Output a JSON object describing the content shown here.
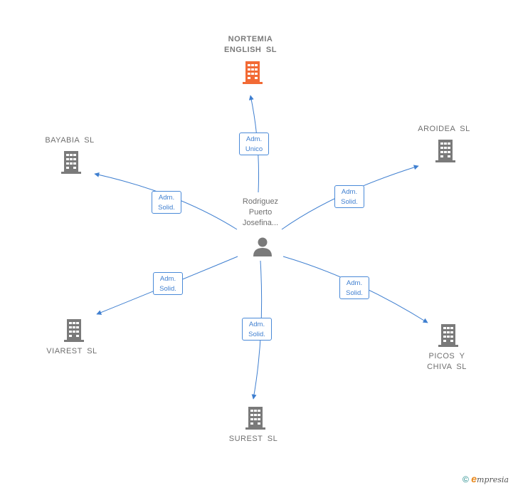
{
  "center": {
    "name_lines": [
      "Rodriguez",
      "Puerto",
      "Josefina..."
    ],
    "icon": "person-icon"
  },
  "companies": {
    "nortemia": {
      "name_lines": [
        "NORTEMIA",
        "ENGLISH  SL"
      ],
      "highlight": true,
      "color": "#f26a35"
    },
    "bayabia": {
      "name_lines": [
        "BAYABIA  SL"
      ],
      "color": "#7a7a7a"
    },
    "aroidea": {
      "name_lines": [
        "AROIDEA  SL"
      ],
      "color": "#7a7a7a"
    },
    "viarest": {
      "name_lines": [
        "VIAREST  SL"
      ],
      "color": "#7a7a7a"
    },
    "surest": {
      "name_lines": [
        "SUREST  SL"
      ],
      "color": "#7a7a7a"
    },
    "picos": {
      "name_lines": [
        "PICOS Y",
        "CHIVA  SL"
      ],
      "color": "#7a7a7a"
    }
  },
  "relations": {
    "nortemia": [
      "Adm.",
      "Unico"
    ],
    "bayabia": [
      "Adm.",
      "Solid."
    ],
    "aroidea": [
      "Adm.",
      "Solid."
    ],
    "viarest": [
      "Adm.",
      "Solid."
    ],
    "surest": [
      "Adm.",
      "Solid."
    ],
    "picos": [
      "Adm.",
      "Solid."
    ]
  },
  "colors": {
    "edge": "#3f7fd0",
    "building": "#7a7a7a",
    "building_highlight": "#f26a35"
  },
  "footer": {
    "copyright_symbol": "©",
    "brand_initial": "e",
    "brand_rest": "mpresia"
  }
}
